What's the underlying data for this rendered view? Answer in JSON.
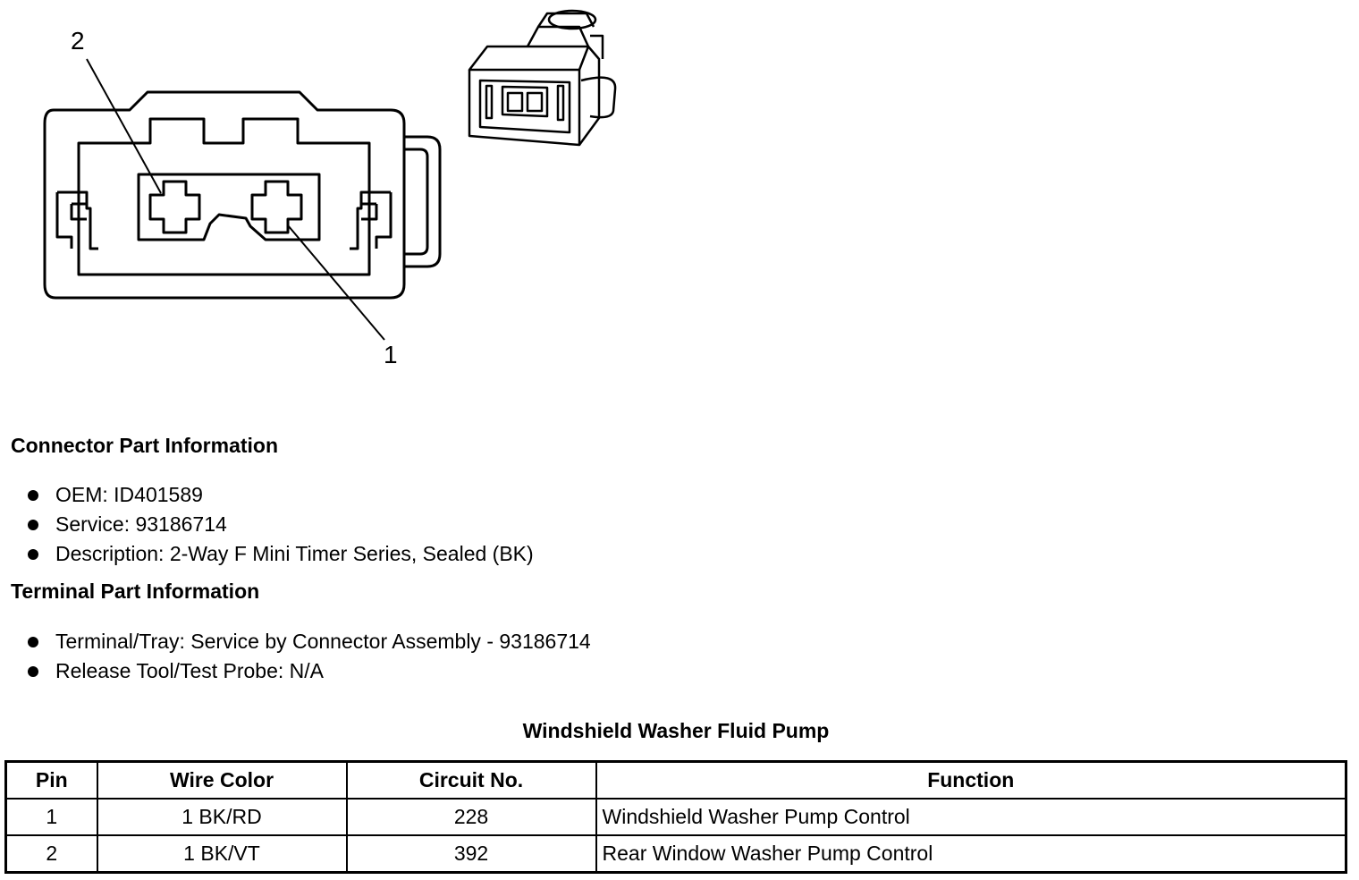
{
  "diagram": {
    "callouts": [
      "2",
      "1"
    ]
  },
  "connector_section": {
    "heading": "Connector Part Information",
    "items": [
      "OEM: ID401589",
      "Service: 93186714",
      "Description: 2-Way F Mini Timer Series, Sealed (BK)"
    ]
  },
  "terminal_section": {
    "heading": "Terminal Part Information",
    "items": [
      "Terminal/Tray: Service by Connector Assembly - 93186714",
      "Release Tool/Test Probe: N/A"
    ]
  },
  "table": {
    "title": "Windshield Washer Fluid Pump",
    "headers": [
      "Pin",
      "Wire Color",
      "Circuit No.",
      "Function"
    ],
    "rows": [
      [
        "1",
        "1 BK/RD",
        "228",
        "Windshield Washer Pump Control"
      ],
      [
        "2",
        "1 BK/VT",
        "392",
        "Rear Window Washer Pump Control"
      ]
    ]
  }
}
